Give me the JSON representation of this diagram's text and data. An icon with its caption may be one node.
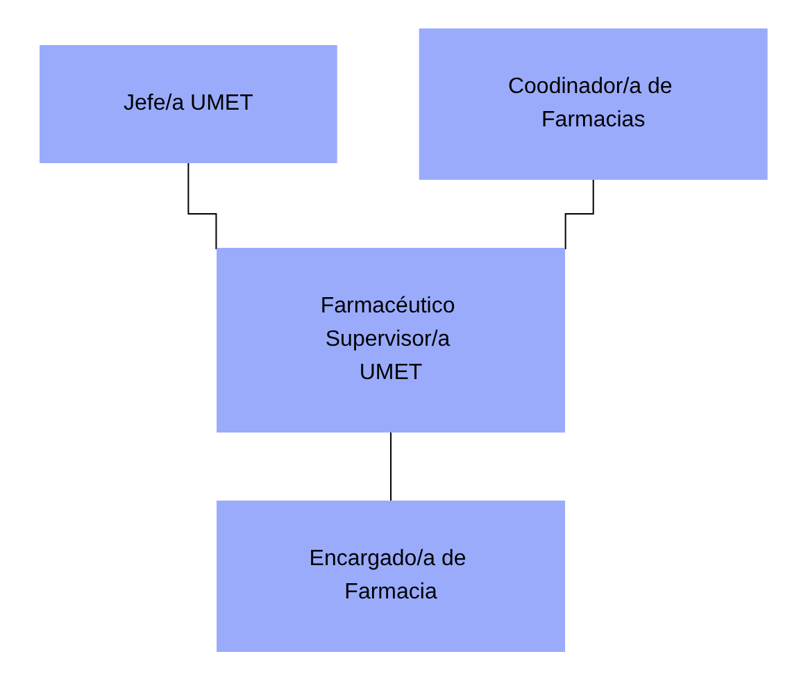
{
  "diagram": {
    "nodes": [
      {
        "text": [
          "Jefe/a UMET"
        ]
      },
      {
        "text": [
          "Coodinador/a de Farmacias"
        ]
      },
      {
        "text": [
          "Farmacéutico Supervisor/a UMET"
        ]
      },
      {
        "text": [
          "Encargado/a de Farmacia"
        ]
      }
    ],
    "edges": [
      {
        "from": 0,
        "to": 2,
        "arrow": "none"
      },
      {
        "from": 1,
        "to": 2,
        "arrow": "none"
      },
      {
        "from": 2,
        "to": 3,
        "arrow": "none"
      }
    ]
  }
}
